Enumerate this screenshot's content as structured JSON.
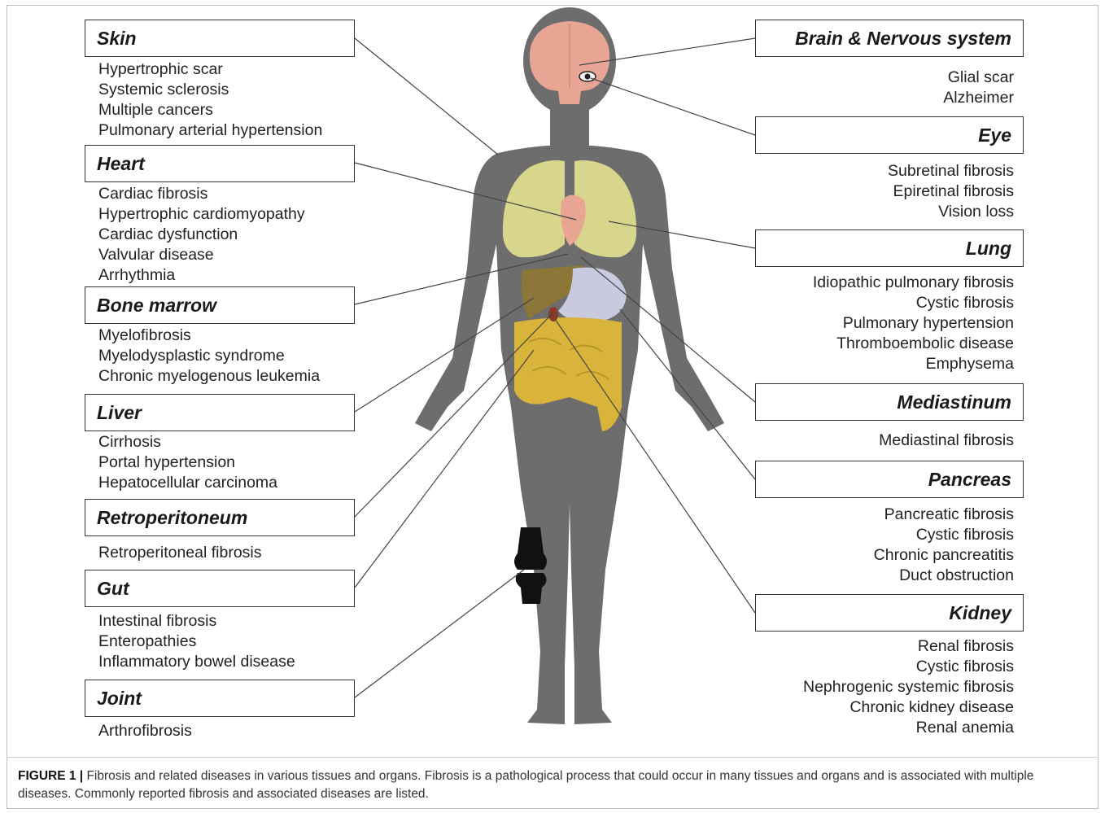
{
  "organs_left": [
    {
      "id": "skin",
      "title": "Skin",
      "diseases": [
        "Hypertrophic scar",
        "Systemic sclerosis",
        "Multiple cancers",
        "Pulmonary arterial hypertension"
      ]
    },
    {
      "id": "heart",
      "title": "Heart",
      "diseases": [
        "Cardiac fibrosis",
        "Hypertrophic cardiomyopathy",
        "Cardiac dysfunction",
        "Valvular disease",
        "Arrhythmia"
      ]
    },
    {
      "id": "bone-marrow",
      "title": "Bone marrow",
      "diseases": [
        "Myelofibrosis",
        "Myelodysplastic syndrome",
        "Chronic myelogenous leukemia"
      ]
    },
    {
      "id": "liver",
      "title": "Liver",
      "diseases": [
        "Cirrhosis",
        "Portal hypertension",
        "Hepatocellular carcinoma"
      ]
    },
    {
      "id": "retroperitoneum",
      "title": "Retroperitoneum",
      "diseases": [
        "Retroperitoneal fibrosis"
      ]
    },
    {
      "id": "gut",
      "title": "Gut",
      "diseases": [
        "Intestinal fibrosis",
        "Enteropathies",
        "Inflammatory bowel disease"
      ]
    },
    {
      "id": "joint",
      "title": "Joint",
      "diseases": [
        "Arthrofibrosis"
      ]
    }
  ],
  "organs_right": [
    {
      "id": "brain",
      "title": "Brain & Nervous system",
      "diseases": [
        "Glial scar",
        "Alzheimer"
      ]
    },
    {
      "id": "eye",
      "title": "Eye",
      "diseases": [
        "Subretinal fibrosis",
        "Epiretinal fibrosis",
        "Vision loss"
      ]
    },
    {
      "id": "lung",
      "title": "Lung",
      "diseases": [
        "Idiopathic pulmonary fibrosis",
        "Cystic fibrosis",
        "Pulmonary hypertension",
        "Thromboembolic disease",
        "Emphysema"
      ]
    },
    {
      "id": "mediastinum",
      "title": "Mediastinum",
      "diseases": [
        "Mediastinal fibrosis"
      ]
    },
    {
      "id": "pancreas",
      "title": "Pancreas",
      "diseases": [
        "Pancreatic fibrosis",
        "Cystic fibrosis",
        "Chronic pancreatitis",
        "Duct obstruction"
      ]
    },
    {
      "id": "kidney",
      "title": "Kidney",
      "diseases": [
        "Renal fibrosis",
        "Cystic fibrosis",
        "Nephrogenic systemic fibrosis",
        "Chronic kidney disease",
        "Renal anemia"
      ]
    }
  ],
  "caption": {
    "label": "FIGURE 1 |",
    "text": " Fibrosis and related diseases in various tissues and organs. Fibrosis is a pathological process that could occur in many tissues and organs and is associated with multiple diseases. Commonly reported fibrosis and associated diseases are listed."
  },
  "colors": {
    "body": "#6d6d6d",
    "brain": "#e8a594",
    "lung": "#d8d58c",
    "heart": "#e8a594",
    "liver": "#8c7638",
    "stomach": "#c9c9df",
    "gut": "#d9b43a",
    "kidney": "#8a3a2a",
    "joint": "#111111"
  }
}
